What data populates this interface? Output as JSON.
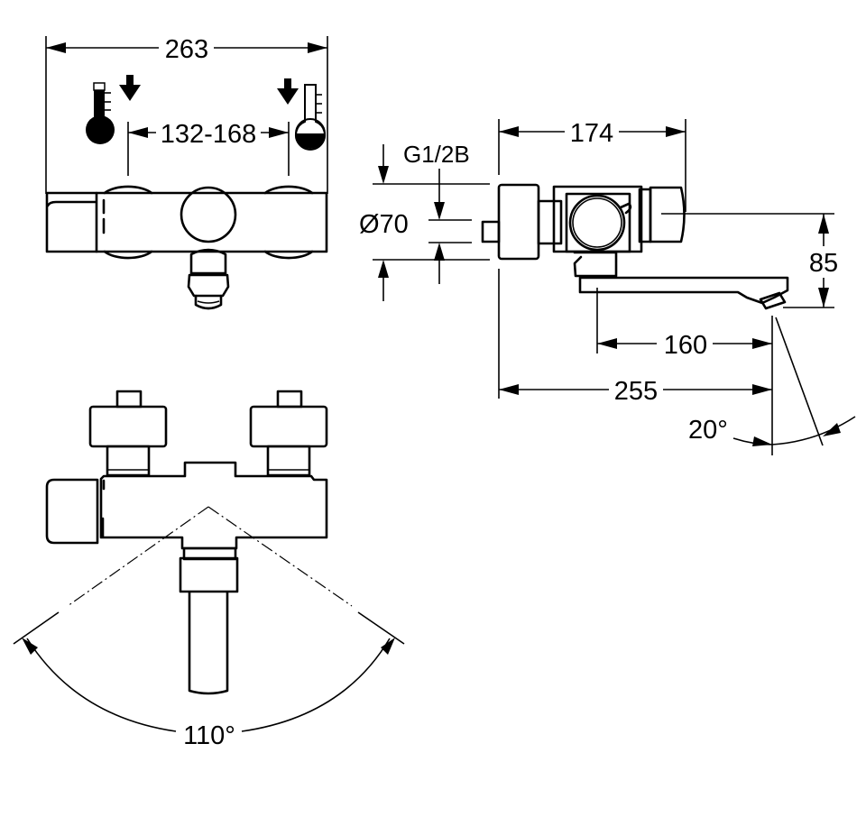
{
  "drawing": {
    "title": "Thermostatic bath mixer dimension drawing",
    "unit": "mm",
    "colors": {
      "line": "#000000",
      "background": "#ffffff"
    },
    "front_view": {
      "overall_width": "263",
      "connection_spacing": "132-168",
      "cold_icon": "thermometer-cold-icon",
      "hot_icon": "thermometer-hot-icon"
    },
    "side_view": {
      "depth": "174",
      "thread": "G1/2B",
      "diameter": "Ø70",
      "height_to_outlet": "85",
      "spout_reach": "160",
      "total_projection": "255",
      "spout_angle": "20°"
    },
    "top_view": {
      "swivel_angle": "110°"
    }
  }
}
